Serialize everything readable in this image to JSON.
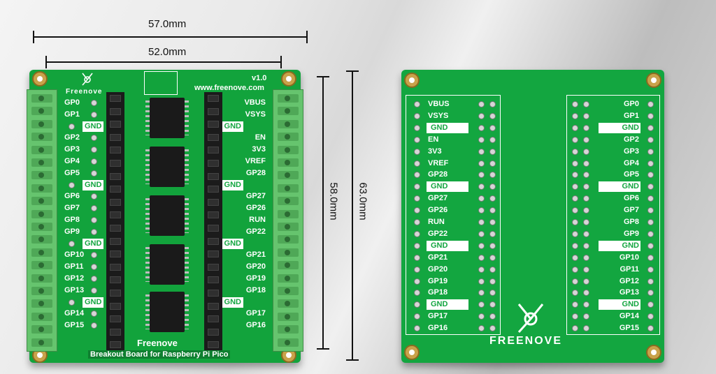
{
  "dimensions": {
    "width_outer": "57.0mm",
    "width_inner": "52.0mm",
    "height_inner": "58.0mm",
    "height_outer": "63.0mm"
  },
  "front": {
    "version": "v1.0",
    "brand": "Freenove",
    "website": "www.freenove.com",
    "bottom_brand": "Freenove",
    "bottom_caption": "Breakout Board for Raspberry Pi Pico",
    "left_labels": [
      "GP0",
      "GP1",
      "GND",
      "GP2",
      "GP3",
      "GP4",
      "GP5",
      "GND",
      "GP6",
      "GP7",
      "GP8",
      "GP9",
      "GND",
      "GP10",
      "GP11",
      "GP12",
      "GP13",
      "GND",
      "GP14",
      "GP15"
    ],
    "right_labels": [
      "VBUS",
      "VSYS",
      "GND",
      "EN",
      "3V3",
      "VREF",
      "GP28",
      "GND",
      "GP27",
      "GP26",
      "RUN",
      "GP22",
      "GND",
      "GP21",
      "GP20",
      "GP19",
      "GP18",
      "GND",
      "GP17",
      "GP16"
    ]
  },
  "back": {
    "left_labels": [
      "VBUS",
      "VSYS",
      "GND",
      "EN",
      "3V3",
      "VREF",
      "GP28",
      "GND",
      "GP27",
      "GP26",
      "RUN",
      "GP22",
      "GND",
      "GP21",
      "GP20",
      "GP19",
      "GP18",
      "GND",
      "GP17",
      "GP16"
    ],
    "right_labels": [
      "GP0",
      "GP1",
      "GND",
      "GP2",
      "GP3",
      "GP4",
      "GP5",
      "GND",
      "GP6",
      "GP7",
      "GP8",
      "GP9",
      "GND",
      "GP10",
      "GP11",
      "GP12",
      "GP13",
      "GND",
      "GP14",
      "GP15"
    ],
    "brand": "FREENOVE"
  },
  "colors": {
    "pcb": "#13a640",
    "terminal": "#66c46e",
    "silkscreen": "#ffffff"
  }
}
